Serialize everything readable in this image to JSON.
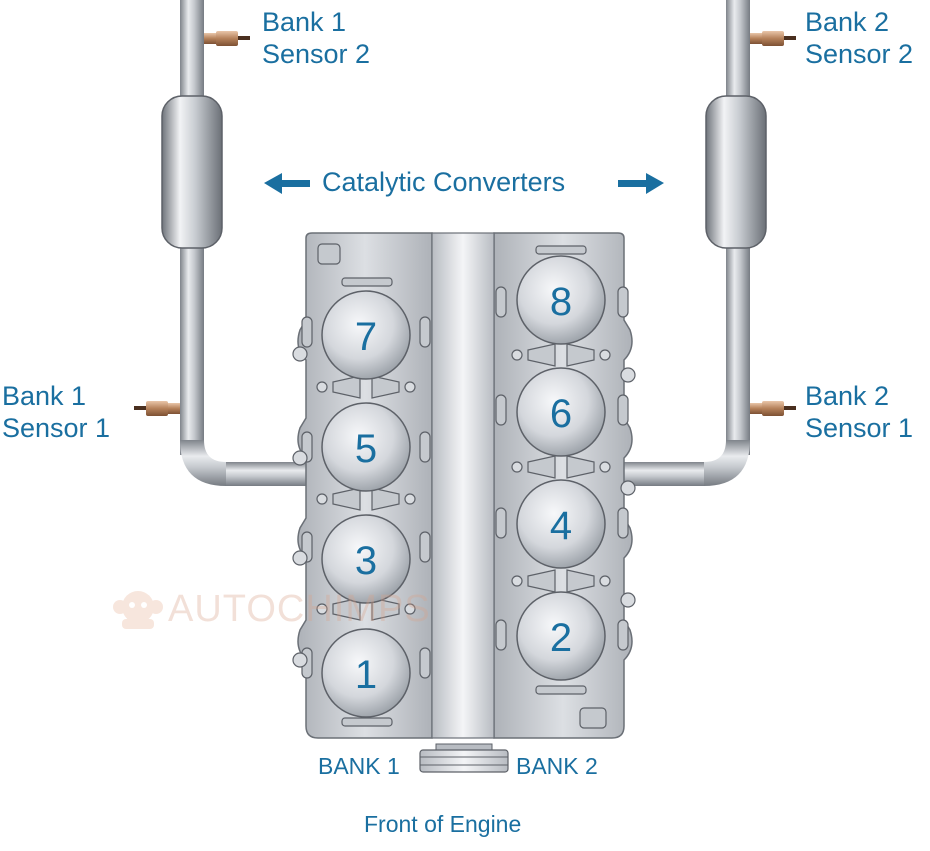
{
  "labels": {
    "bank1_sensor2": [
      "Bank 1",
      "Sensor 2"
    ],
    "bank2_sensor2": [
      "Bank 2",
      "Sensor 2"
    ],
    "bank1_sensor1": [
      "Bank 1",
      "Sensor 1"
    ],
    "bank2_sensor1": [
      "Bank 2",
      "Sensor 1"
    ],
    "catalytic": "Catalytic Converters",
    "bank1": "BANK 1",
    "bank2": "BANK 2",
    "front": "Front of Engine"
  },
  "cylinders": {
    "bank1": [
      "7",
      "5",
      "3",
      "1"
    ],
    "bank2": [
      "8",
      "6",
      "4",
      "2"
    ]
  },
  "watermark": "AUTOCHIMPS",
  "colors": {
    "label": "#1a6fa0",
    "pipe": "#a9adb3",
    "engine": "#c9ccd1",
    "watermark": "#e8b49a"
  }
}
